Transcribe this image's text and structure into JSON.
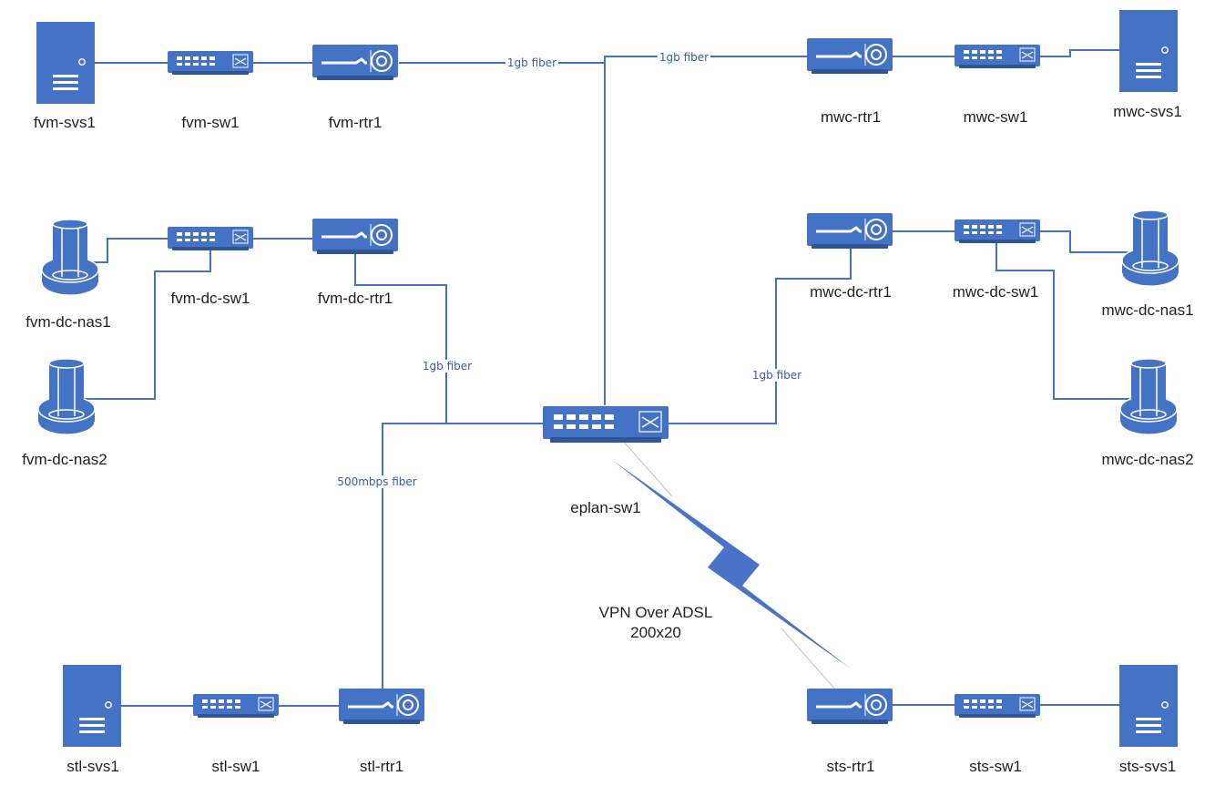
{
  "diagram": {
    "colors": {
      "device": "#4472c4",
      "device_dark": "#2f5597",
      "link": "#4472c4",
      "wan": "#4a72c6"
    },
    "nodes": [
      {
        "id": "fvm-svs1",
        "label": "fvm-svs1",
        "kind": "server"
      },
      {
        "id": "fvm-sw1",
        "label": "fvm-sw1",
        "kind": "switch"
      },
      {
        "id": "fvm-rtr1",
        "label": "fvm-rtr1",
        "kind": "router"
      },
      {
        "id": "mwc-rtr1",
        "label": "mwc-rtr1",
        "kind": "router"
      },
      {
        "id": "mwc-sw1",
        "label": "mwc-sw1",
        "kind": "switch"
      },
      {
        "id": "mwc-svs1",
        "label": "mwc-svs1",
        "kind": "server"
      },
      {
        "id": "fvm-dc-nas1",
        "label": "fvm-dc-nas1",
        "kind": "nas"
      },
      {
        "id": "fvm-dc-sw1",
        "label": "fvm-dc-sw1",
        "kind": "switch"
      },
      {
        "id": "fvm-dc-rtr1",
        "label": "fvm-dc-rtr1",
        "kind": "router"
      },
      {
        "id": "fvm-dc-nas2",
        "label": "fvm-dc-nas2",
        "kind": "nas"
      },
      {
        "id": "mwc-dc-rtr1",
        "label": "mwc-dc-rtr1",
        "kind": "router"
      },
      {
        "id": "mwc-dc-sw1",
        "label": "mwc-dc-sw1",
        "kind": "switch"
      },
      {
        "id": "mwc-dc-nas1",
        "label": "mwc-dc-nas1",
        "kind": "nas"
      },
      {
        "id": "mwc-dc-nas2",
        "label": "mwc-dc-nas2",
        "kind": "nas"
      },
      {
        "id": "eplan-sw1",
        "label": "eplan-sw1",
        "kind": "core-switch"
      },
      {
        "id": "stl-svs1",
        "label": "stl-svs1",
        "kind": "server"
      },
      {
        "id": "stl-sw1",
        "label": "stl-sw1",
        "kind": "switch"
      },
      {
        "id": "stl-rtr1",
        "label": "stl-rtr1",
        "kind": "router"
      },
      {
        "id": "sts-rtr1",
        "label": "sts-rtr1",
        "kind": "router"
      },
      {
        "id": "sts-sw1",
        "label": "sts-sw1",
        "kind": "switch"
      },
      {
        "id": "sts-svs1",
        "label": "sts-svs1",
        "kind": "server"
      }
    ],
    "links": [
      {
        "from": "fvm-svs1",
        "to": "fvm-sw1",
        "label": ""
      },
      {
        "from": "fvm-sw1",
        "to": "fvm-rtr1",
        "label": ""
      },
      {
        "from": "fvm-rtr1",
        "to": "eplan-sw1",
        "label": "1gb fiber"
      },
      {
        "from": "eplan-sw1",
        "to": "mwc-rtr1",
        "label": "1gb fiber"
      },
      {
        "from": "mwc-rtr1",
        "to": "mwc-sw1",
        "label": ""
      },
      {
        "from": "mwc-sw1",
        "to": "mwc-svs1",
        "label": ""
      },
      {
        "from": "fvm-dc-nas1",
        "to": "fvm-dc-sw1",
        "label": ""
      },
      {
        "from": "fvm-dc-sw1",
        "to": "fvm-dc-rtr1",
        "label": ""
      },
      {
        "from": "fvm-dc-sw1",
        "to": "fvm-dc-nas2",
        "label": ""
      },
      {
        "from": "fvm-dc-rtr1",
        "to": "eplan-sw1",
        "label": "1gb fiber"
      },
      {
        "from": "eplan-sw1",
        "to": "mwc-dc-rtr1",
        "label": "1gb fiber"
      },
      {
        "from": "mwc-dc-rtr1",
        "to": "mwc-dc-sw1",
        "label": ""
      },
      {
        "from": "mwc-dc-sw1",
        "to": "mwc-dc-nas1",
        "label": ""
      },
      {
        "from": "mwc-dc-sw1",
        "to": "mwc-dc-nas2",
        "label": ""
      },
      {
        "from": "eplan-sw1",
        "to": "stl-rtr1",
        "label": "500mbps fiber"
      },
      {
        "from": "stl-svs1",
        "to": "stl-sw1",
        "label": ""
      },
      {
        "from": "stl-sw1",
        "to": "stl-rtr1",
        "label": ""
      },
      {
        "from": "eplan-sw1",
        "to": "sts-rtr1",
        "label": "VPN Over ADSL 200x20"
      },
      {
        "from": "sts-rtr1",
        "to": "sts-sw1",
        "label": ""
      },
      {
        "from": "sts-sw1",
        "to": "sts-svs1",
        "label": ""
      }
    ],
    "link_labels": {
      "fvm_rtr1_fiber": "1gb fiber",
      "mwc_rtr1_fiber": "1gb fiber",
      "fvm_dc_fiber": "1gb fiber",
      "mwc_dc_fiber": "1gb fiber",
      "stl_fiber": "500mbps fiber",
      "vpn_line1": "VPN Over ADSL",
      "vpn_line2": "200x20"
    }
  }
}
